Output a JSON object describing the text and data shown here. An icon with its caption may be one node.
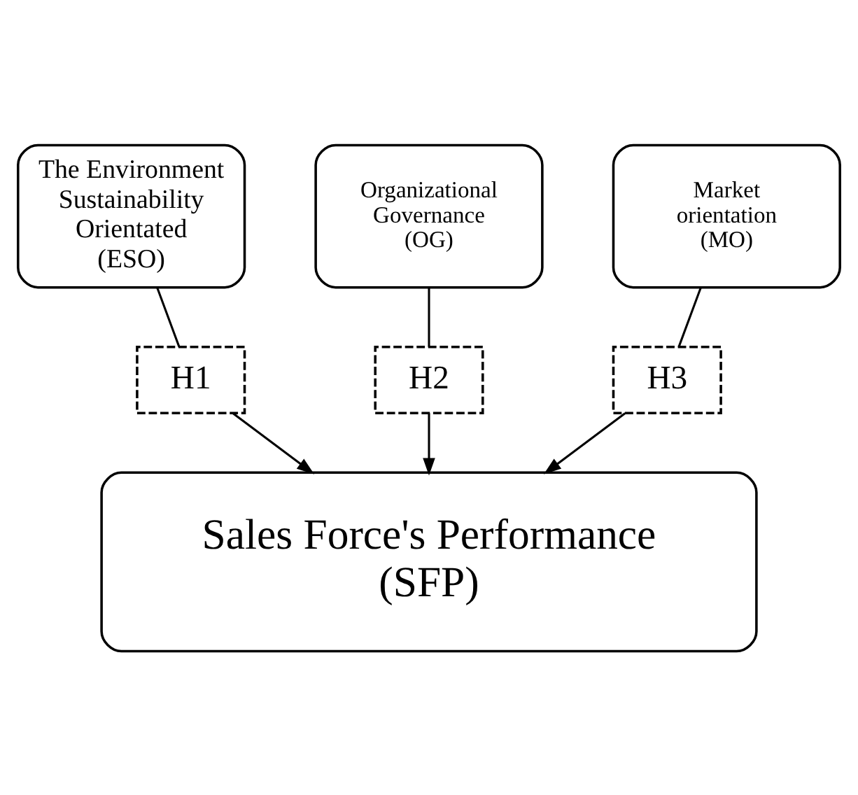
{
  "diagram": {
    "nodes": [
      {
        "text": [
          "The Environment Sustainability Orientated (ESO)"
        ]
      },
      {
        "text": [
          "Organizational Governance (OG)"
        ]
      },
      {
        "text": [
          "Market orientation (MO)"
        ]
      },
      {
        "text": [
          "H1"
        ]
      },
      {
        "text": [
          "H2"
        ]
      },
      {
        "text": [
          "H3"
        ]
      },
      {
        "text": [
          "Sales Force's Performance (SFP)"
        ]
      }
    ],
    "edges": [
      {
        "from": 0,
        "to": 3,
        "arrow": "none"
      },
      {
        "from": 1,
        "to": 4,
        "arrow": "none"
      },
      {
        "from": 2,
        "to": 5,
        "arrow": "none"
      },
      {
        "from": 3,
        "to": 6,
        "arrow": "to"
      },
      {
        "from": 4,
        "to": 6,
        "arrow": "to"
      },
      {
        "from": 5,
        "to": 6,
        "arrow": "to"
      }
    ]
  }
}
